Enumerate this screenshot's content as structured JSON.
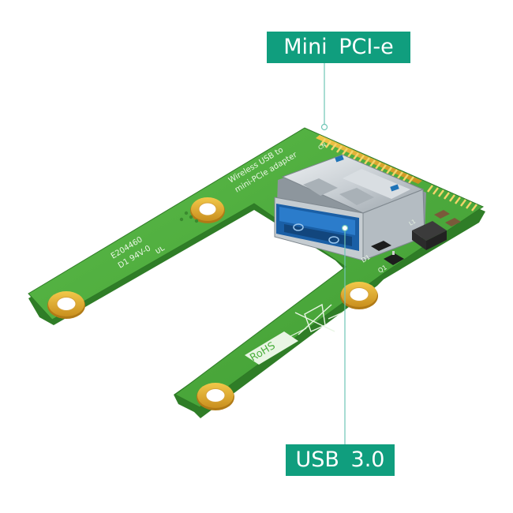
{
  "callouts": {
    "top": {
      "text": "Mini  PCI-e",
      "color": "#109e7e"
    },
    "bottom": {
      "text": "USB  3.0",
      "color": "#109e7e"
    }
  },
  "board": {
    "title_line1": "Wireless  USB  to",
    "title_line2": "mini-PCIe  adapter",
    "cert_line1": "E204460",
    "cert_line2": "D1  94V-0",
    "rohs": "RoHS",
    "ref_d1": "D1",
    "ref_q1": "Q1",
    "ref_l1": "L1",
    "ref_cn": "CN",
    "pcb_color": "#4caf3e",
    "gold_color": "#e2b33c"
  }
}
